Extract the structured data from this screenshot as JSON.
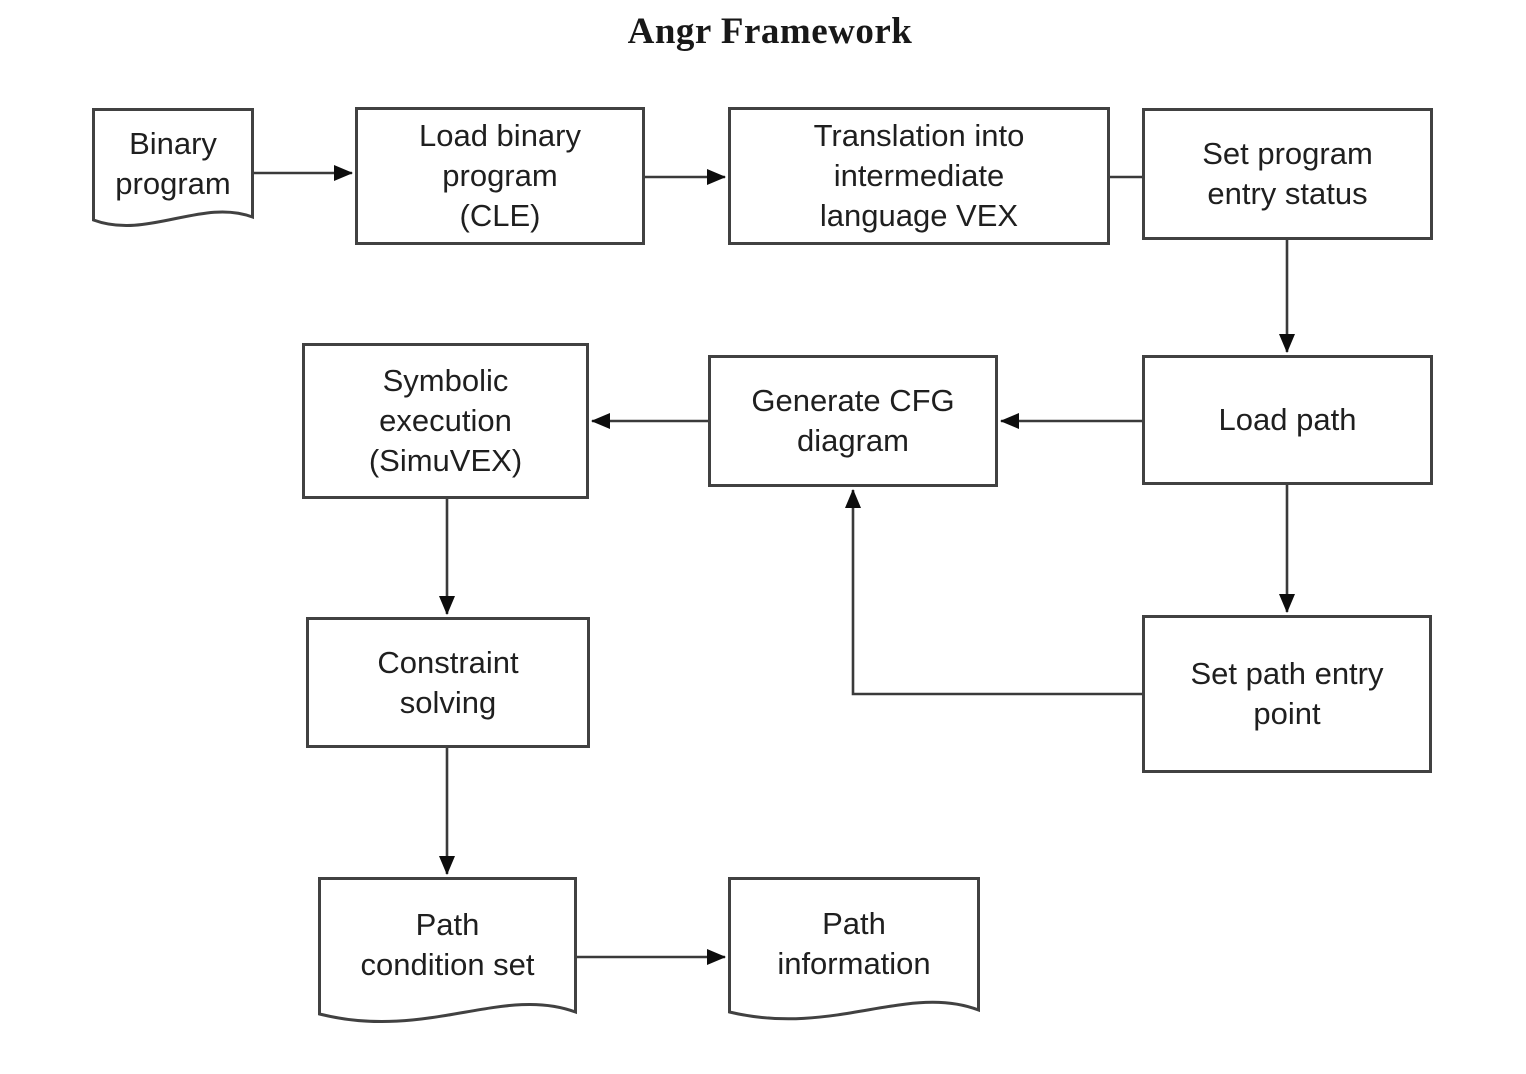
{
  "diagram": {
    "title": "Angr Framework",
    "type": "flowchart",
    "colors": {
      "background": "#ffffff",
      "box_border": "#414141",
      "connector": "#3a3a3a",
      "arrowhead": "#0d0d0d",
      "text": "#1f1f1f"
    },
    "nodes": {
      "binary_program": {
        "label": "Binary\nprogram",
        "shape": "document"
      },
      "load_binary": {
        "label": "Load binary\nprogram\n(CLE)",
        "shape": "process"
      },
      "translation_vex": {
        "label": "Translation into\nintermediate\nlanguage VEX",
        "shape": "process"
      },
      "set_program_entry": {
        "label": "Set program\nentry status",
        "shape": "process"
      },
      "load_path": {
        "label": "Load path",
        "shape": "process"
      },
      "generate_cfg": {
        "label": "Generate CFG\ndiagram",
        "shape": "process"
      },
      "symbolic_execution": {
        "label": "Symbolic\nexecution\n(SimuVEX)",
        "shape": "process"
      },
      "constraint_solving": {
        "label": "Constraint\nsolving",
        "shape": "process"
      },
      "set_path_entry": {
        "label": "Set path entry\npoint",
        "shape": "process"
      },
      "path_condition_set": {
        "label": "Path\ncondition set",
        "shape": "document"
      },
      "path_information": {
        "label": "Path\ninformation",
        "shape": "document"
      }
    },
    "edges": [
      {
        "from": "Binary program",
        "to": "Load binary program (CLE)",
        "arrowhead": true
      },
      {
        "from": "Load binary program (CLE)",
        "to": "Translation into intermediate language VEX",
        "arrowhead": true
      },
      {
        "from": "Translation into intermediate language VEX",
        "to": "Set program entry status",
        "arrowhead": false
      },
      {
        "from": "Set program entry status",
        "to": "Load path",
        "arrowhead": true
      },
      {
        "from": "Load path",
        "to": "Generate CFG diagram",
        "arrowhead": true
      },
      {
        "from": "Generate CFG diagram",
        "to": "Symbolic execution (SimuVEX)",
        "arrowhead": true
      },
      {
        "from": "Symbolic execution (SimuVEX)",
        "to": "Constraint solving",
        "arrowhead": true
      },
      {
        "from": "Constraint solving",
        "to": "Path condition set",
        "arrowhead": true
      },
      {
        "from": "Path condition set",
        "to": "Path information",
        "arrowhead": true
      },
      {
        "from": "Load path",
        "to": "Set path entry point",
        "arrowhead": true
      },
      {
        "from": "Set path entry point",
        "to": "Generate CFG diagram",
        "arrowhead": true
      }
    ]
  }
}
